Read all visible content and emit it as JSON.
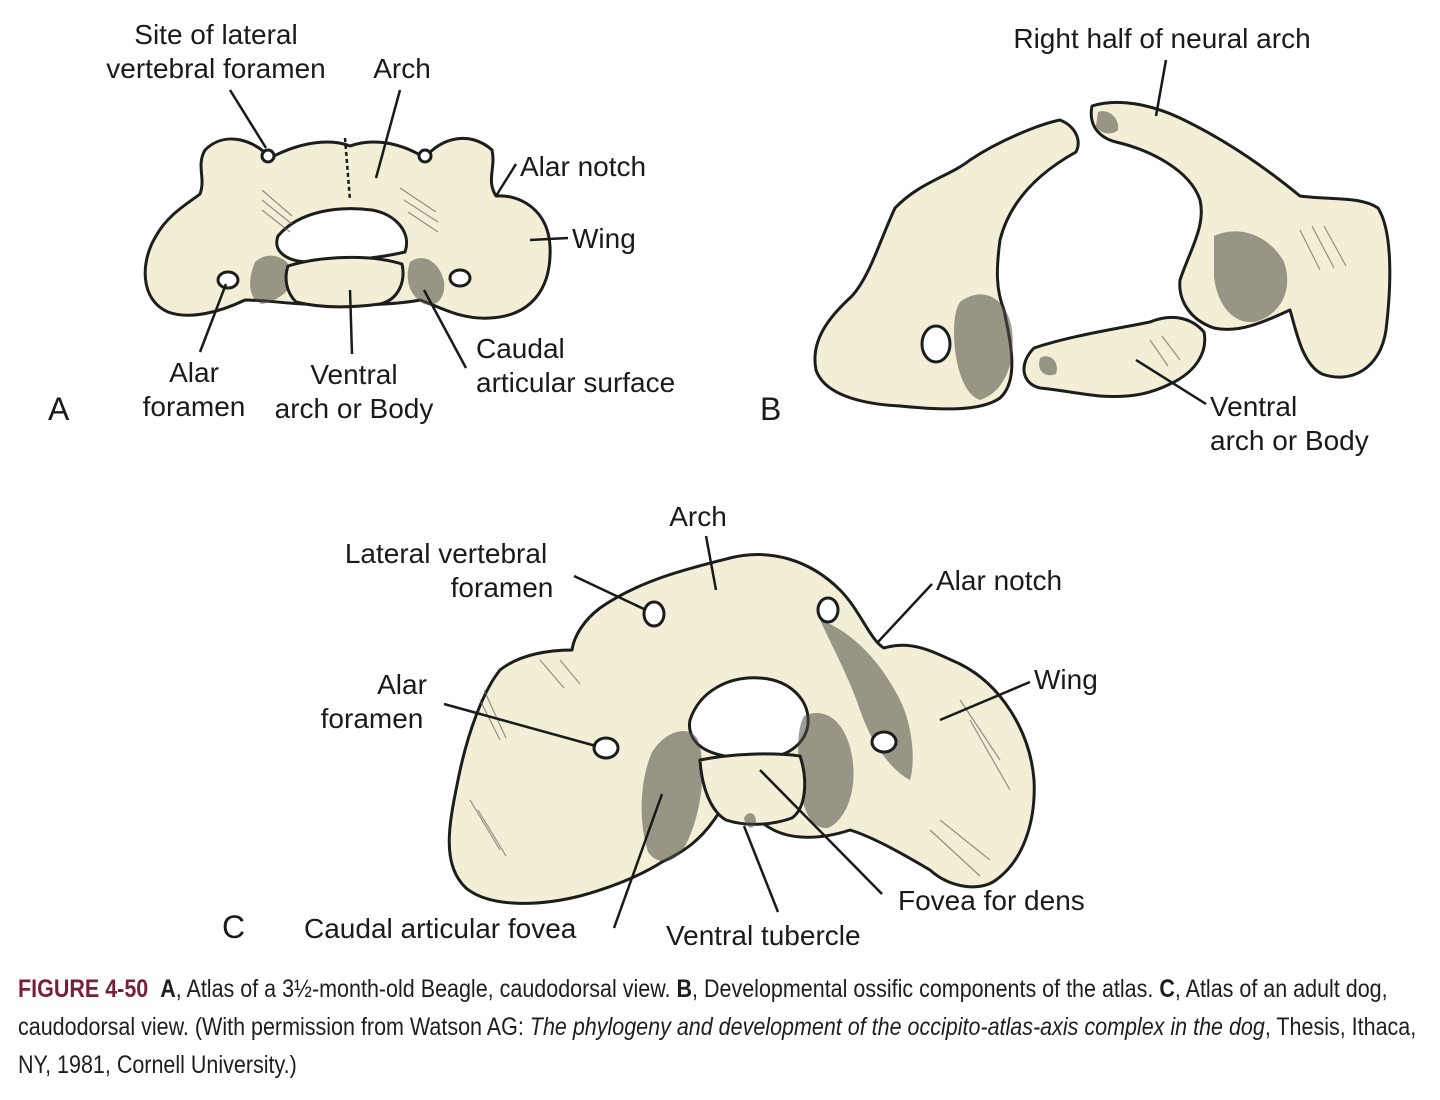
{
  "panels": {
    "A": {
      "letter": "A",
      "labels": {
        "site_lateral_1": "Site of lateral",
        "site_lateral_2": "vertebral foramen",
        "arch": "Arch",
        "alar_notch": "Alar notch",
        "wing": "Wing",
        "alar_foramen_1": "Alar",
        "alar_foramen_2": "foramen",
        "ventral_1": "Ventral",
        "ventral_2": "arch or Body",
        "caudal_1": "Caudal",
        "caudal_2": "articular surface"
      }
    },
    "B": {
      "letter": "B",
      "labels": {
        "right_half": "Right half of neural arch",
        "ventral_1": "Ventral",
        "ventral_2": "arch or Body"
      }
    },
    "C": {
      "letter": "C",
      "labels": {
        "arch": "Arch",
        "lateral_1": "Lateral vertebral",
        "lateral_2": "foramen",
        "alar_notch": "Alar notch",
        "wing": "Wing",
        "alar_foramen_1": "Alar",
        "alar_foramen_2": "foramen",
        "fovea_dens": "Fovea for dens",
        "caudal_fovea": "Caudal articular fovea",
        "ventral_tubercle": "Ventral tubercle"
      }
    }
  },
  "caption": {
    "figure_no": "FIGURE 4-50",
    "a_letter": "A",
    "a_text": ", Atlas of a 3½-month-old Beagle, caudodorsal view. ",
    "b_letter": "B",
    "b_text": ", Developmental ossific components of the atlas.",
    "c_letter": "C",
    "c_text": ", Atlas of an adult dog, caudodorsal view. (With permission from Watson AG: ",
    "title_italic": "The phylogeny and development of the occipito-atlas-axis complex in the dog",
    "tail": ", Thesis, Ithaca, NY, 1981, Cornell University.)"
  },
  "colors": {
    "bone": "#f3efd6",
    "caption_figure": "#7a1f3a"
  }
}
